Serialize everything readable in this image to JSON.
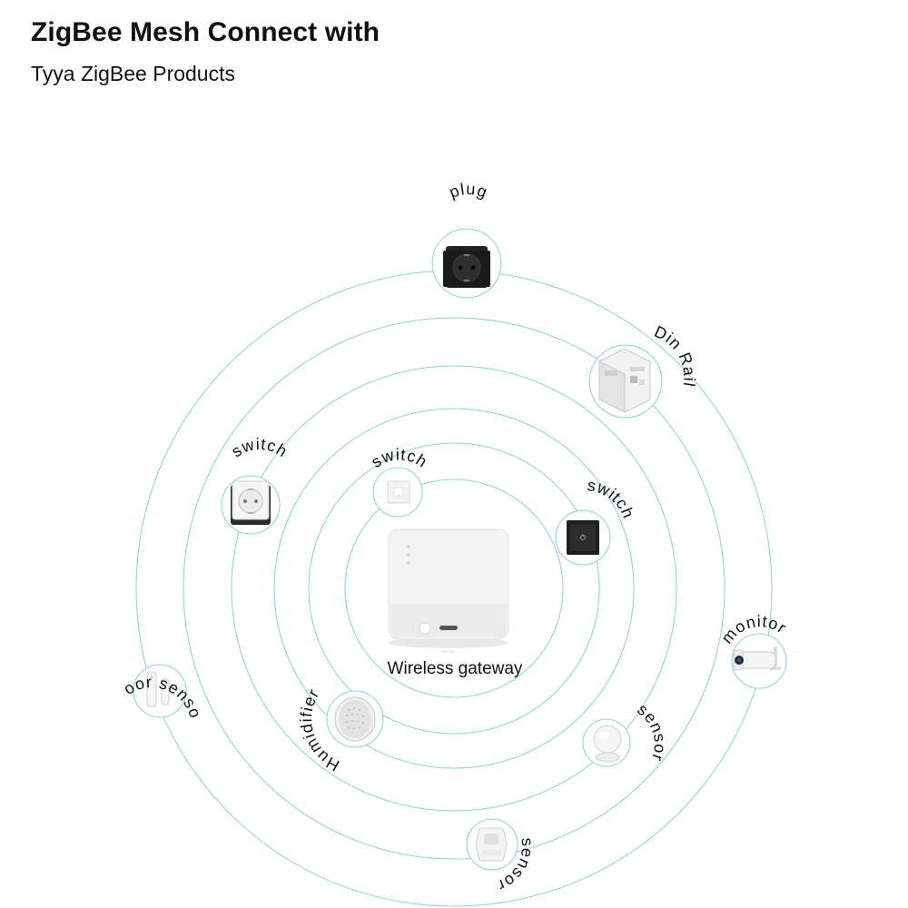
{
  "header": {
    "title": "ZigBee Mesh Connect with",
    "subtitle": "Tyya ZigBee Products"
  },
  "hub": {
    "label": "Wireless gateway"
  },
  "devices": [
    {
      "id": "plug",
      "label": "plug",
      "icon": "socket-black-icon"
    },
    {
      "id": "din-rail",
      "label": "Din Rail",
      "icon": "din-rail-icon"
    },
    {
      "id": "switch-left",
      "label": "switch",
      "icon": "socket-white-icon"
    },
    {
      "id": "switch-inner",
      "label": "switch",
      "icon": "wall-switch-white-icon"
    },
    {
      "id": "switch-right",
      "label": "switch",
      "icon": "wall-switch-black-icon"
    },
    {
      "id": "monitor",
      "label": "monitor",
      "icon": "camera-icon"
    },
    {
      "id": "door-sensor",
      "label": "Door sensor",
      "icon": "door-sensor-icon"
    },
    {
      "id": "humidifier",
      "label": "Humidifier",
      "icon": "humidifier-icon"
    },
    {
      "id": "sensor-right",
      "label": "sensor",
      "icon": "motion-sensor-round-icon"
    },
    {
      "id": "sensor-bottom",
      "label": "sensor",
      "icon": "motion-sensor-pir-icon"
    }
  ],
  "colors": {
    "ring": "#8fd3e2",
    "text": "#111111",
    "background": "#ffffff"
  }
}
